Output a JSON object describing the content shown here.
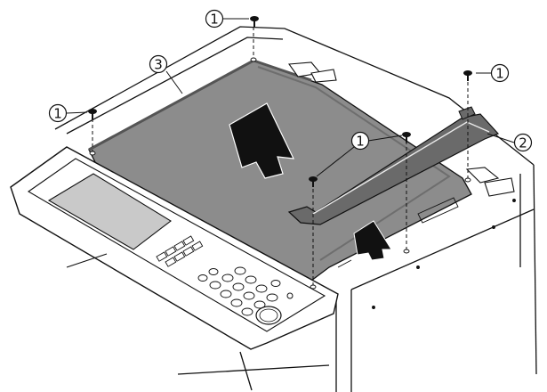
{
  "callouts": {
    "screw_top": "1",
    "screw_left": "1",
    "screw_right": "1",
    "screw_group": "1",
    "cover_plate": "3",
    "bracket": "2"
  },
  "colors": {
    "line": "#111111",
    "cover_fill": "#8c8c8c",
    "cover_dark": "#6e6e6e",
    "bracket_fill": "#6a6a6a",
    "panel_fill": "#ffffff",
    "lcd_fill": "#c9c9c9",
    "arrow_fill": "#111111"
  },
  "icons": [
    "screw-icon",
    "lift-arrow-icon"
  ]
}
